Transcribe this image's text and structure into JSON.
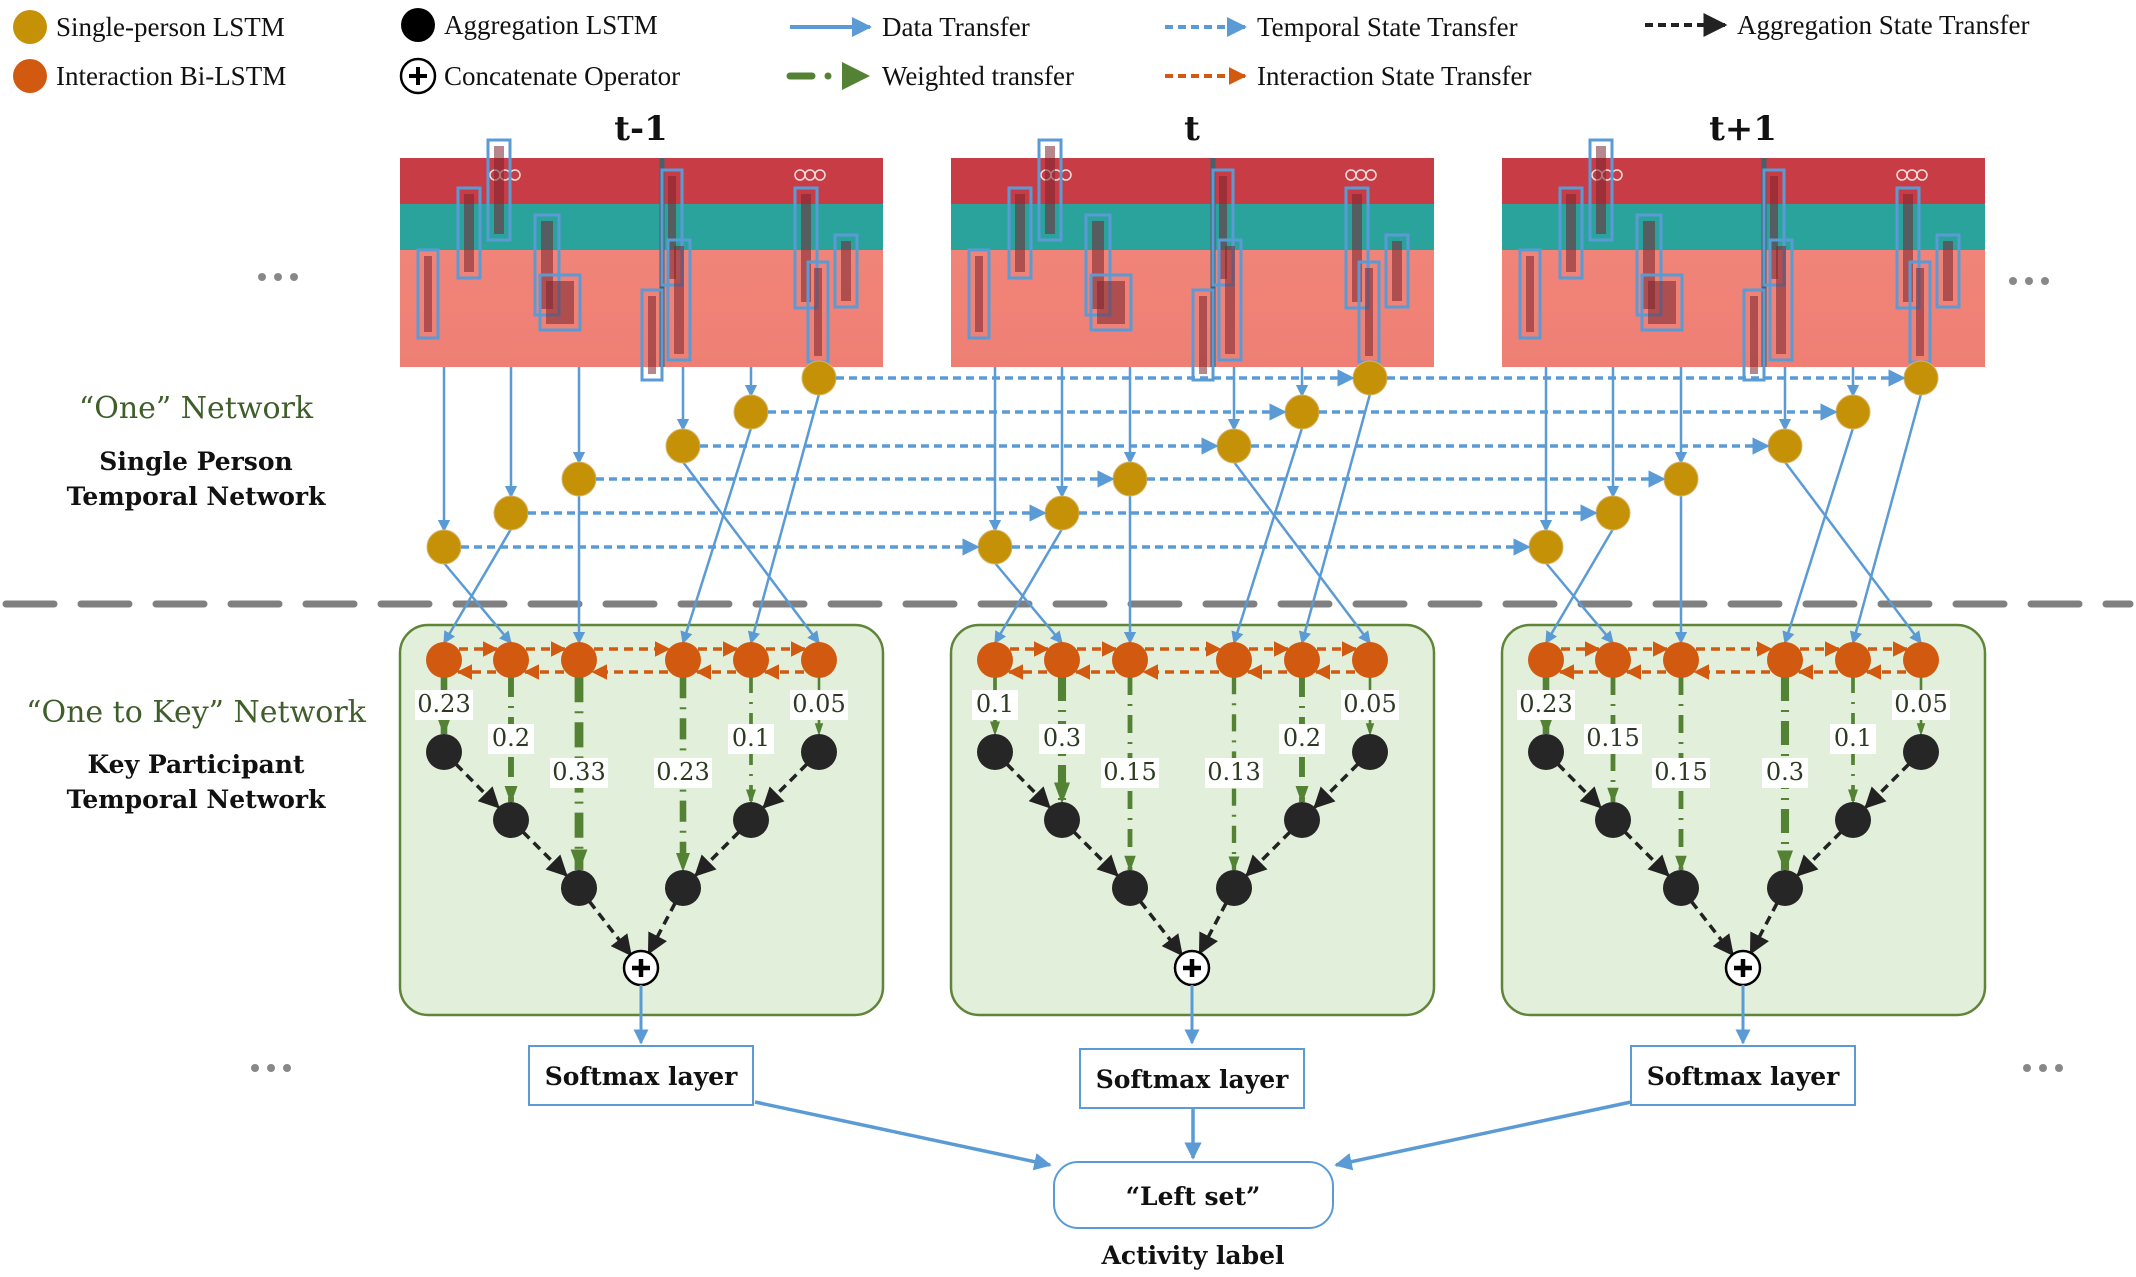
{
  "legend": [
    {
      "key": "single_person_lstm",
      "label": "Single-person LSTM",
      "symbol": "circle",
      "color": "#c59207"
    },
    {
      "key": "interaction_bilstm",
      "label": "Interaction Bi-LSTM",
      "symbol": "circle",
      "color": "#d25a10"
    },
    {
      "key": "aggregation_lstm",
      "label": "Aggregation LSTM",
      "symbol": "circle",
      "color": "#000000"
    },
    {
      "key": "concatenate_operator",
      "label": "Concatenate Operator",
      "symbol": "plus-circle",
      "color": "#000000"
    },
    {
      "key": "data_transfer",
      "label": "Data  Transfer",
      "symbol": "solid-arrow",
      "color": "#5b9bd5"
    },
    {
      "key": "weighted_transfer",
      "label": "Weighted transfer",
      "symbol": "dashdot-arrow",
      "color": "#548235"
    },
    {
      "key": "temporal_state_transfer",
      "label": "Temporal State Transfer",
      "symbol": "dashed-arrow",
      "color": "#5b9bd5"
    },
    {
      "key": "interaction_state_transfer",
      "label": "Interaction State Transfer",
      "symbol": "dashed-arrow",
      "color": "#d25a10"
    },
    {
      "key": "aggregation_state_transfer",
      "label": "Aggregation State Transfer",
      "symbol": "dashed-arrow",
      "color": "#222222"
    }
  ],
  "colors": {
    "single_person": "#c59207",
    "interaction": "#d25a10",
    "aggregation": "#262626",
    "data": "#5b9bd5",
    "weighted": "#548235",
    "divider": "#808080",
    "box_fill": "#e2efda",
    "box_stroke": "#5f8538",
    "title_green": "#3f5e2a"
  },
  "sections": {
    "one": {
      "title": "“One”  Network",
      "subtitle_line1": "Single Person",
      "subtitle_line2": "Temporal Network"
    },
    "one_to_key": {
      "title": "“One to Key”  Network",
      "subtitle_line1": "Key Participant",
      "subtitle_line2": "Temporal Network"
    }
  },
  "ellipsis": "•••",
  "timesteps": [
    {
      "label": "t-1",
      "frame": "volleyball-frame",
      "weights": [
        "0.23",
        "0.2",
        "0.33",
        "0.23",
        "0.1",
        "0.05"
      ],
      "softmax_label": "Softmax layer"
    },
    {
      "label": "t",
      "frame": "volleyball-frame",
      "weights": [
        "0.1",
        "0.3",
        "0.15",
        "0.13",
        "0.2",
        "0.05"
      ],
      "softmax_label": "Softmax layer"
    },
    {
      "label": "t+1",
      "frame": "volleyball-frame",
      "weights": [
        "0.23",
        "0.15",
        "0.15",
        "0.3",
        "0.1",
        "0.05"
      ],
      "softmax_label": "Softmax layer"
    }
  ],
  "output": {
    "label": "“Left set”",
    "caption": "Activity label"
  }
}
